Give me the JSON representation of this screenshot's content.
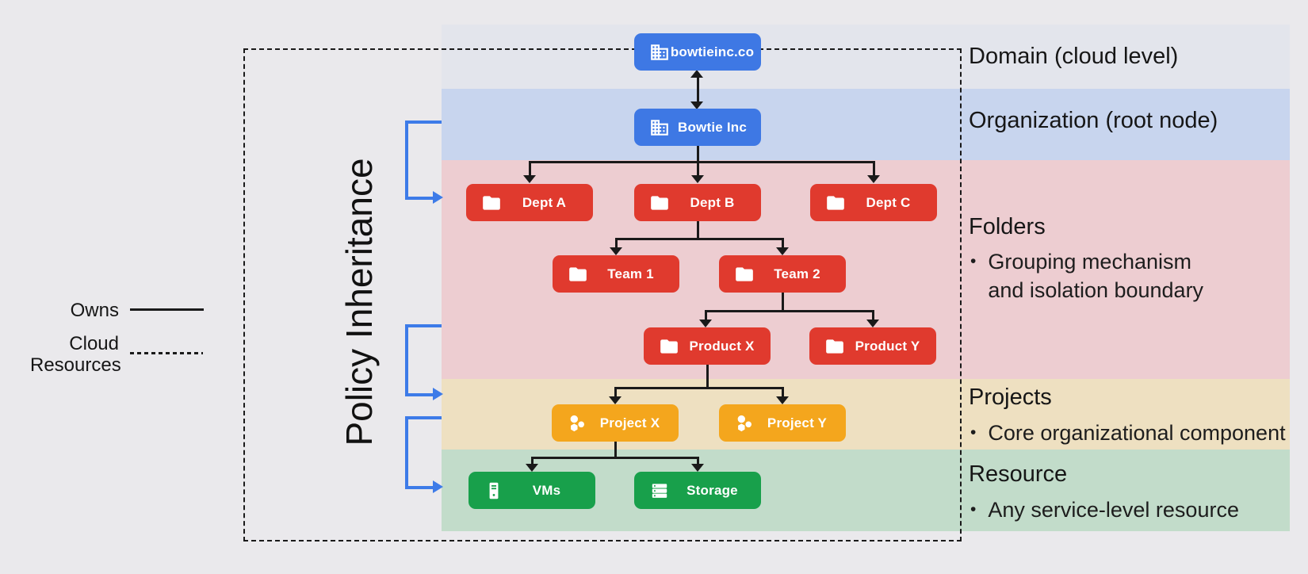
{
  "policy_inheritance": "Policy Inheritance",
  "legend": {
    "owns": "Owns",
    "cloud_resources": "Cloud Resources"
  },
  "bands": {
    "domain": {
      "title": "Domain (cloud level)"
    },
    "organization": {
      "title": "Organization (root node)"
    },
    "folders": {
      "title": "Folders",
      "bullet": "Grouping mechanism and isolation boundary"
    },
    "projects": {
      "title": "Projects",
      "bullet": "Core organizational component"
    },
    "resource": {
      "title": "Resource",
      "bullet": "Any service-level resource"
    }
  },
  "nodes": {
    "domain": {
      "label": "bowtieinc.co",
      "icon": "domain-icon"
    },
    "org": {
      "label": "Bowtie Inc",
      "icon": "domain-icon"
    },
    "dept_a": {
      "label": "Dept A",
      "icon": "folder-icon"
    },
    "dept_b": {
      "label": "Dept B",
      "icon": "folder-icon"
    },
    "dept_c": {
      "label": "Dept C",
      "icon": "folder-icon"
    },
    "team_1": {
      "label": "Team 1",
      "icon": "folder-icon"
    },
    "team_2": {
      "label": "Team 2",
      "icon": "folder-icon"
    },
    "product_x": {
      "label": "Product X",
      "icon": "folder-icon"
    },
    "product_y": {
      "label": "Product Y",
      "icon": "folder-icon"
    },
    "project_x": {
      "label": "Project X",
      "icon": "project-hexagons-icon"
    },
    "project_y": {
      "label": "Project Y",
      "icon": "project-hexagons-icon"
    },
    "vms": {
      "label": "VMs",
      "icon": "vm-tower-icon"
    },
    "storage": {
      "label": "Storage",
      "icon": "storage-disks-icon"
    }
  },
  "colors": {
    "domain_org_box": "#3e78e4",
    "folder_box": "#e03a2e",
    "project_box": "#f4a61d",
    "resource_box": "#18a04b",
    "band_domain": "#e3e5ec",
    "band_organization": "#c8d5ee",
    "band_folders": "#edcdd1",
    "band_projects": "#eee0c1",
    "band_resource": "#c2dcca",
    "inheritance_arrow": "#3d7be8",
    "connector_line": "#1a1a1a"
  }
}
